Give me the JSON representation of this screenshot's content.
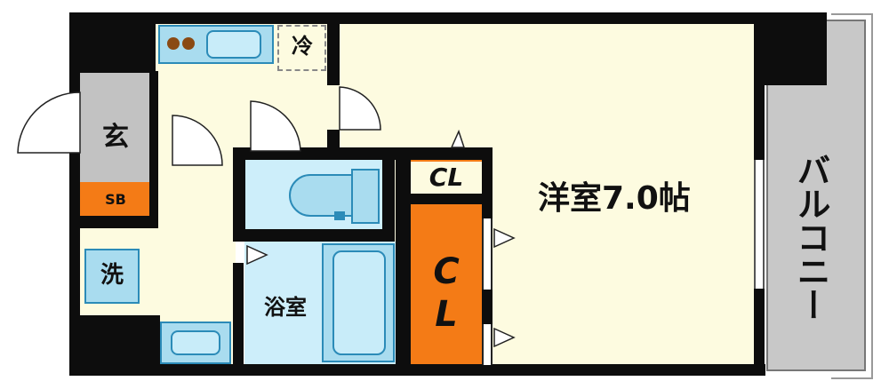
{
  "colors": {
    "cream": "#fdfbe0",
    "light_blue": "#cdeefa",
    "fixture_blue": "#a9dcef",
    "fixture_stroke": "#2b8bb8",
    "gray": "#c2c2c2",
    "orange": "#f47b16",
    "wall": "#0d0d0d",
    "balcony": "#c8c8c8"
  },
  "rooms": {
    "entrance": "玄",
    "shoe_box": "SB",
    "washer": "洗",
    "fridge": "冷",
    "bathroom": "浴室",
    "closet_small": "CL",
    "closet_large_line1": "C",
    "closet_large_line2": "L",
    "western_room": "洋室7.0帖",
    "balcony": "バルコニー"
  }
}
